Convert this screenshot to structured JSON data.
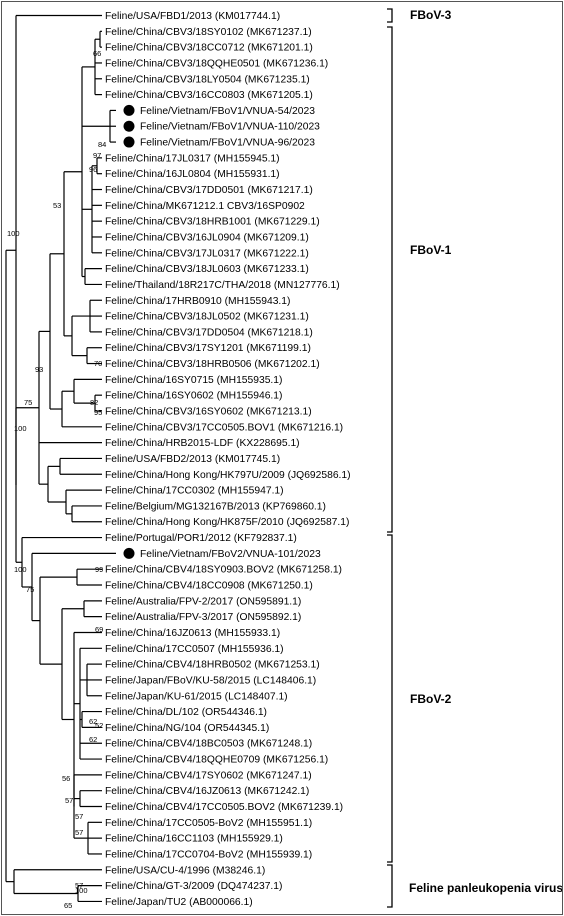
{
  "leaves": [
    {
      "label": "Feline/USA/FBD1/2013 (KM017744.1)"
    },
    {
      "label": "Feline/China/CBV3/18SY0102 (MK671237.1)"
    },
    {
      "label": "Feline/China/CBV3/18CC0712 (MK671201.1)"
    },
    {
      "label": "Feline/China/CBV3/18QQHE0501 (MK671236.1)"
    },
    {
      "label": "Feline/China/CBV3/18LY0504 (MK671235.1)"
    },
    {
      "label": "Feline/China/CBV3/16CC0803 (MK671205.1)"
    },
    {
      "label": "Feline/Vietnam/FBoV1/VNUA-54/2023",
      "marked": true
    },
    {
      "label": "Feline/Vietnam/FBoV1/VNUA-110/2023",
      "marked": true
    },
    {
      "label": "Feline/Vietnam/FBoV1/VNUA-96/2023",
      "marked": true
    },
    {
      "label": "Feline/China/17JL0317 (MH155945.1)"
    },
    {
      "label": "Feline/China/16JL0804 (MH155931.1)"
    },
    {
      "label": "Feline/China/CBV3/17DD0501 (MK671217.1)"
    },
    {
      "label": "Feline/China/MK671212.1 CBV3/16SP0902"
    },
    {
      "label": "Feline/China/CBV3/18HRB1001 (MK671229.1)"
    },
    {
      "label": "Feline/China/CBV3/16JL0904 (MK671209.1)"
    },
    {
      "label": "Feline/China/CBV3/17JL0317 (MK671222.1)"
    },
    {
      "label": "Feline/China/CBV3/18JL0603 (MK671233.1)"
    },
    {
      "label": "Feline/Thailand/18R217C/THA/2018 (MN127776.1)"
    },
    {
      "label": "Feline/China/17HRB0910 (MH155943.1)"
    },
    {
      "label": "Feline/China/CBV3/18JL0502 (MK671231.1)"
    },
    {
      "label": "Feline/China/CBV3/17DD0504 (MK671218.1)"
    },
    {
      "label": "Feline/China/CBV3/17SY1201 (MK671199.1)"
    },
    {
      "label": "Feline/China/CBV3/18HRB0506 (MK671202.1)"
    },
    {
      "label": "Feline/China/16SY0715 (MH155935.1)"
    },
    {
      "label": "Feline/China/16SY0602 (MH155946.1)"
    },
    {
      "label": "Feline/China/CBV3/16SY0602 (MK671213.1)"
    },
    {
      "label": "Feline/China/CBV3/17CC0505.BOV1 (MK671216.1)"
    },
    {
      "label": "Feline/China/HRB2015-LDF (KX228695.1)"
    },
    {
      "label": "Feline/USA/FBD2/2013 (KM017745.1)"
    },
    {
      "label": "Feline/China/Hong Kong/HK797U/2009 (JQ692586.1)"
    },
    {
      "label": "Feline/China/17CC0302 (MH155947.1)"
    },
    {
      "label": "Feline/Belgium/MG132167B/2013 (KP769860.1)"
    },
    {
      "label": "Feline/China/Hong Kong/HK875F/2010 (JQ692587.1)"
    },
    {
      "label": "Feline/Portugal/POR1/2012 (KF792837.1)"
    },
    {
      "label": "Feline/Vietnam/FBoV2/VNUA-101/2023",
      "marked": true
    },
    {
      "label": "Feline/China/CBV4/18SY0903.BOV2 (MK671258.1)"
    },
    {
      "label": "Feline/China/CBV4/18CC0908 (MK671250.1)"
    },
    {
      "label": "Feline/Australia/FPV-2/2017 (ON595891.1)"
    },
    {
      "label": "Feline/Australia/FPV-3/2017 (ON595892.1)"
    },
    {
      "label": "Feline/China/16JZ0613 (MH155933.1)"
    },
    {
      "label": "Feline/China/17CC0507 (MH155936.1)"
    },
    {
      "label": "Feline/China/CBV4/18HRB0502 (MK671253.1)"
    },
    {
      "label": "Feline/Japan/FBoV/KU-58/2015 (LC148406.1)"
    },
    {
      "label": "Feline/Japan/KU-61/2015 (LC148407.1)"
    },
    {
      "label": "Feline/China/DL/102 (OR544346.1)"
    },
    {
      "label": "Feline/China/NG/104 (OR544345.1)"
    },
    {
      "label": "Feline/China/CBV4/18BC0503 (MK671248.1)"
    },
    {
      "label": "Feline/China/CBV4/18QQHE0709 (MK671256.1)"
    },
    {
      "label": "Feline/China/CBV4/17SY0602 (MK671247.1)"
    },
    {
      "label": "Feline/China/CBV4/16JZ0613 (MK671242.1)"
    },
    {
      "label": "Feline/China/CBV4/17CC0505.BOV2 (MK671239.1)"
    },
    {
      "label": "Feline/China/17CC0505-BoV2 (MH155951.1)"
    },
    {
      "label": "Feline/China/16CC1103 (MH155929.1)"
    },
    {
      "label": "Feline/China/17CC0704-BoV2 (MH155939.1)"
    },
    {
      "label": "Feline/USA/CU-4/1996 (M38246.1)"
    },
    {
      "label": "Feline/China/GT-3/2009 (DQ474237.1)"
    },
    {
      "label": "Feline/Japan/TU2 (AB000066.1)"
    }
  ],
  "bootstrap": [
    "100",
    "66",
    "84",
    "97",
    "96",
    "53",
    "93",
    "75",
    "82",
    "95",
    "70",
    "100",
    "100",
    "75",
    "99",
    "69",
    "52",
    "62",
    "62",
    "56",
    "57",
    "57",
    "57",
    "57",
    "100",
    "65"
  ],
  "groups": [
    {
      "label": "FBoV-3"
    },
    {
      "label": "FBoV-1"
    },
    {
      "label": "FBoV-2"
    },
    {
      "label": "Feline panleukopenia virus"
    }
  ]
}
